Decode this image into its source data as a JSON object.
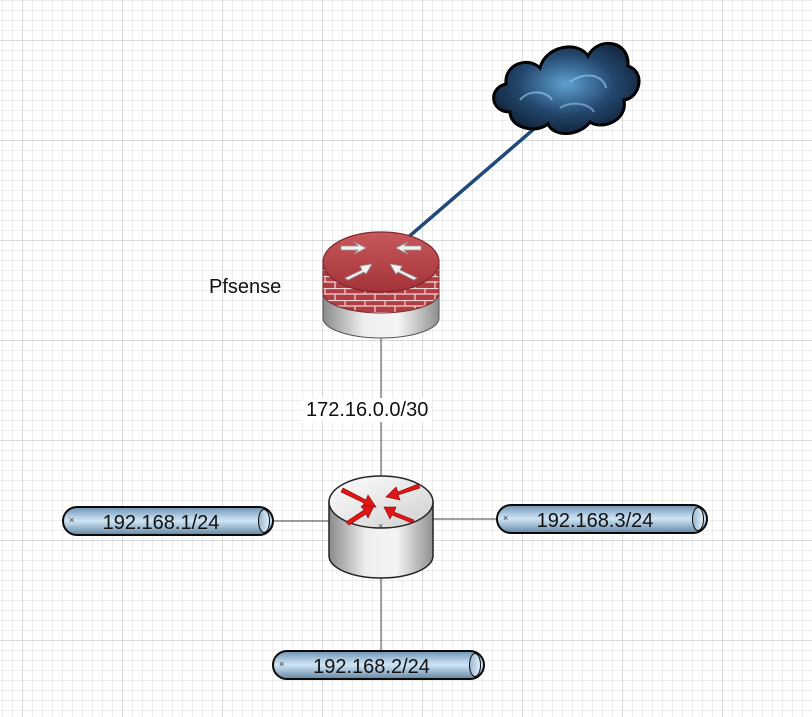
{
  "diagram": {
    "firewall_label": "Pfsense",
    "transit_subnet": "172.16.0.0/30",
    "networks": [
      {
        "label": "192.168.1/24"
      },
      {
        "label": "192.168.2/24"
      },
      {
        "label": "192.168.3/24"
      }
    ],
    "colors": {
      "wan_link": "#1f4a7a",
      "link": "#555555",
      "firewall_brick": "#a53a3e",
      "router_arrows": "#e01616",
      "cloud": "#1a2f4a",
      "pipe": "#b7d2e8"
    },
    "icons": [
      "cloud-icon",
      "firewall-router-icon",
      "router-icon"
    ]
  }
}
